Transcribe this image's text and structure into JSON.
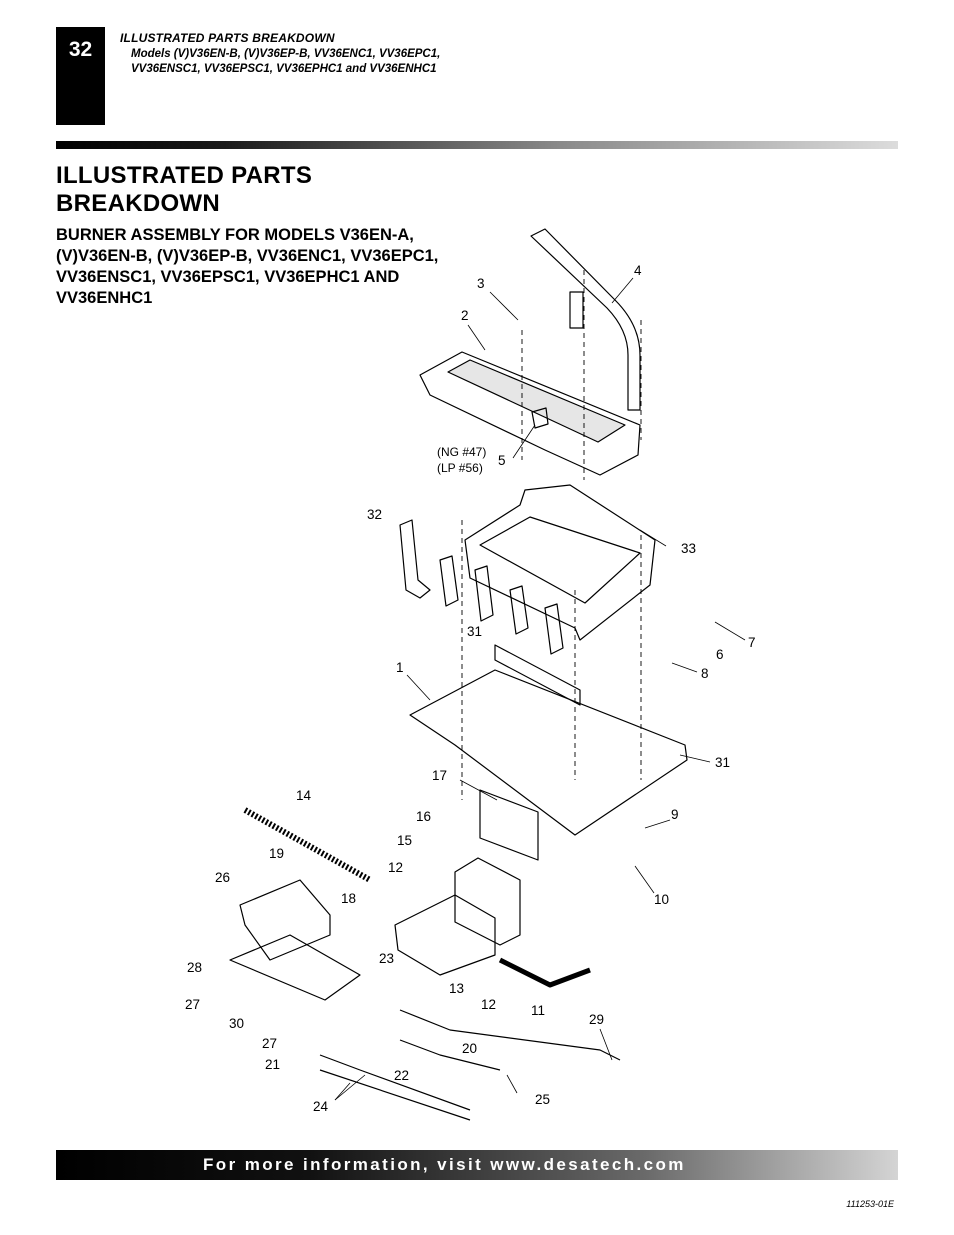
{
  "header": {
    "page_number": "32",
    "title": "ILLUSTRATED PARTS BREAKDOWN",
    "models": "Models (V)V36EN-B, (V)V36EP-B, VV36ENC1, VV36EPC1,\nVV36ENSC1, VV36EPSC1, VV36EPHC1 and VV36ENHC1"
  },
  "section": {
    "title": "ILLUSTRATED PARTS BREAKDOWN",
    "subtitle": "BURNER ASSEMBLY FOR MODELS V36EN-A, (V)V36EN-B, (V)V36EP-B, VV36ENC1, VV36EPC1, VV36ENSC1, VV36EPSC1, VV36EPHC1 AND VV36ENHC1"
  },
  "diagram": {
    "callouts": [
      {
        "id": "c1",
        "text": "1"
      },
      {
        "id": "c2",
        "text": "2"
      },
      {
        "id": "c3",
        "text": "3"
      },
      {
        "id": "c4",
        "text": "4"
      },
      {
        "id": "c5",
        "text": "5"
      },
      {
        "id": "c6",
        "text": "6"
      },
      {
        "id": "c7",
        "text": "7"
      },
      {
        "id": "c8",
        "text": "8"
      },
      {
        "id": "c9",
        "text": "9"
      },
      {
        "id": "c10",
        "text": "10"
      },
      {
        "id": "c11",
        "text": "11"
      },
      {
        "id": "c12a",
        "text": "12"
      },
      {
        "id": "c12b",
        "text": "12"
      },
      {
        "id": "c13",
        "text": "13"
      },
      {
        "id": "c14",
        "text": "14"
      },
      {
        "id": "c15",
        "text": "15"
      },
      {
        "id": "c16",
        "text": "16"
      },
      {
        "id": "c17",
        "text": "17"
      },
      {
        "id": "c18",
        "text": "18"
      },
      {
        "id": "c19",
        "text": "19"
      },
      {
        "id": "c20",
        "text": "20"
      },
      {
        "id": "c21",
        "text": "21"
      },
      {
        "id": "c22",
        "text": "22"
      },
      {
        "id": "c23",
        "text": "23"
      },
      {
        "id": "c24",
        "text": "24"
      },
      {
        "id": "c25",
        "text": "25"
      },
      {
        "id": "c26",
        "text": "26"
      },
      {
        "id": "c27a",
        "text": "27"
      },
      {
        "id": "c27b",
        "text": "27"
      },
      {
        "id": "c28",
        "text": "28"
      },
      {
        "id": "c29",
        "text": "29"
      },
      {
        "id": "c30",
        "text": "30"
      },
      {
        "id": "c31a",
        "text": "31"
      },
      {
        "id": "c31b",
        "text": "31"
      },
      {
        "id": "c32",
        "text": "32"
      },
      {
        "id": "c33",
        "text": "33"
      }
    ],
    "orifice_note_ng": "(NG #47)",
    "orifice_note_lp": "(LP #56)"
  },
  "footer": {
    "text": "For more information, visit www.desatech.com",
    "doc_code": "111253-01E"
  }
}
